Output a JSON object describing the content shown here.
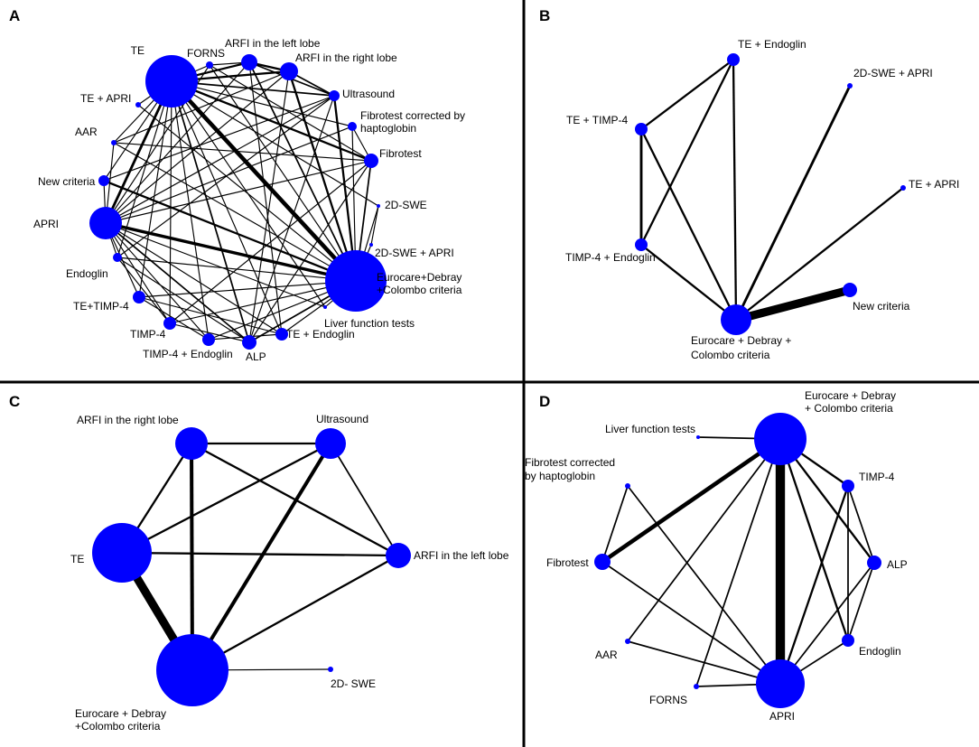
{
  "style": {
    "node_color": "#0000ff",
    "edge_color": "#000000",
    "divider_color": "#000000"
  },
  "panels": [
    {
      "letter": "A",
      "nodes": [
        {
          "id": "TE",
          "lines": [
            "TE"
          ],
          "size": 5
        },
        {
          "id": "FORNS",
          "lines": [
            "FORNS"
          ],
          "size": 1
        },
        {
          "id": "ARFI_L",
          "lines": [
            "ARFI in the left lobe"
          ],
          "size": 2
        },
        {
          "id": "ARFI_R",
          "lines": [
            "ARFI in the right lobe"
          ],
          "size": 2
        },
        {
          "id": "US",
          "lines": [
            "Ultrasound"
          ],
          "size": 2
        },
        {
          "id": "FTH",
          "lines": [
            "Fibrotest corrected by",
            "haptoglobin"
          ],
          "size": 1
        },
        {
          "id": "FT",
          "lines": [
            "Fibrotest"
          ],
          "size": 2
        },
        {
          "id": "SWE",
          "lines": [
            "2D-SWE"
          ],
          "size": 1
        },
        {
          "id": "SWEAPRI",
          "lines": [
            "2D-SWE + APRI"
          ],
          "size": 1
        },
        {
          "id": "EDC",
          "lines": [
            "Eurocare+Debray",
            "+Colombo criteria"
          ],
          "size": 6
        },
        {
          "id": "LFT",
          "lines": [
            "Liver function tests"
          ],
          "size": 1
        },
        {
          "id": "TEEND",
          "lines": [
            "TE + Endoglin"
          ],
          "size": 1
        },
        {
          "id": "ALP",
          "lines": [
            "ALP"
          ],
          "size": 2
        },
        {
          "id": "T4END",
          "lines": [
            "TIMP-4 + Endoglin"
          ],
          "size": 1
        },
        {
          "id": "T4",
          "lines": [
            "TIMP-4"
          ],
          "size": 1
        },
        {
          "id": "TET4",
          "lines": [
            "TE+TIMP-4"
          ],
          "size": 1
        },
        {
          "id": "END",
          "lines": [
            "Endoglin"
          ],
          "size": 1
        },
        {
          "id": "APRI",
          "lines": [
            "APRI"
          ],
          "size": 4
        },
        {
          "id": "NC",
          "lines": [
            "New criteria"
          ],
          "size": 1
        },
        {
          "id": "AAR",
          "lines": [
            "AAR"
          ],
          "size": 1
        },
        {
          "id": "TEAPRI",
          "lines": [
            "TE + APRI"
          ],
          "size": 1
        }
      ],
      "edges": [
        [
          "TE",
          "EDC",
          4
        ],
        [
          "APRI",
          "EDC",
          3
        ],
        [
          "TE",
          "APRI",
          2.5
        ],
        [
          "TE",
          "FT",
          2
        ],
        [
          "TE",
          "ARFI_L",
          2
        ],
        [
          "TE",
          "ARFI_R",
          2
        ],
        [
          "TE",
          "US",
          1.5
        ],
        [
          "TE",
          "FORNS",
          1
        ],
        [
          "TE",
          "FTH",
          1
        ],
        [
          "TE",
          "SWE",
          1
        ],
        [
          "TE",
          "ALP",
          1.5
        ],
        [
          "TE",
          "END",
          1
        ],
        [
          "TE",
          "T4",
          1
        ],
        [
          "TE",
          "TEEND",
          1
        ],
        [
          "TE",
          "LFT",
          1
        ],
        [
          "TE",
          "NC",
          1
        ],
        [
          "TE",
          "AAR",
          1
        ],
        [
          "TE",
          "TEAPRI",
          1
        ],
        [
          "TE",
          "TET4",
          1
        ],
        [
          "TE",
          "T4END",
          1
        ],
        [
          "ARFI_L",
          "ARFI_R",
          2
        ],
        [
          "ARFI_L",
          "US",
          1.5
        ],
        [
          "ARFI_R",
          "US",
          1.5
        ],
        [
          "ARFI_L",
          "EDC",
          1.5
        ],
        [
          "ARFI_R",
          "EDC",
          2
        ],
        [
          "US",
          "EDC",
          2
        ],
        [
          "FORNS",
          "EDC",
          1
        ],
        [
          "FORNS",
          "APRI",
          1
        ],
        [
          "FORNS",
          "ARFI_L",
          1
        ],
        [
          "FTH",
          "FT",
          1
        ],
        [
          "FTH",
          "EDC",
          1
        ],
        [
          "FT",
          "EDC",
          1.5
        ],
        [
          "FT",
          "APRI",
          1
        ],
        [
          "SWE",
          "SWEAPRI",
          1
        ],
        [
          "SWEAPRI",
          "EDC",
          1
        ],
        [
          "SWE",
          "EDC",
          1
        ],
        [
          "NC",
          "EDC",
          2
        ],
        [
          "AAR",
          "EDC",
          1
        ],
        [
          "AAR",
          "APRI",
          1
        ],
        [
          "AAR",
          "FT",
          1
        ],
        [
          "TEAPRI",
          "EDC",
          1
        ],
        [
          "APRI",
          "ALP",
          1.5
        ],
        [
          "APRI",
          "END",
          1
        ],
        [
          "APRI",
          "T4",
          1
        ],
        [
          "APRI",
          "TET4",
          1
        ],
        [
          "APRI",
          "T4END",
          1
        ],
        [
          "APRI",
          "TEEND",
          1
        ],
        [
          "APRI",
          "FTH",
          1
        ],
        [
          "APRI",
          "ARFI_L",
          1
        ],
        [
          "APRI",
          "ARFI_R",
          1
        ],
        [
          "APRI",
          "US",
          1
        ],
        [
          "APRI",
          "NC",
          1
        ],
        [
          "APRI",
          "LFT",
          1
        ],
        [
          "END",
          "EDC",
          1
        ],
        [
          "END",
          "ALP",
          1
        ],
        [
          "END",
          "T4",
          1
        ],
        [
          "T4",
          "EDC",
          1
        ],
        [
          "T4",
          "ALP",
          1
        ],
        [
          "TET4",
          "EDC",
          1
        ],
        [
          "TET4",
          "T4END",
          1
        ],
        [
          "TET4",
          "TEEND",
          1
        ],
        [
          "T4END",
          "EDC",
          1
        ],
        [
          "T4END",
          "TEEND",
          1
        ],
        [
          "TEEND",
          "EDC",
          1
        ],
        [
          "ALP",
          "EDC",
          1.5
        ],
        [
          "LFT",
          "EDC",
          1
        ],
        [
          "ALP",
          "FT",
          1
        ],
        [
          "ALP",
          "US",
          1
        ],
        [
          "T4",
          "FT",
          1
        ],
        [
          "END",
          "US",
          1
        ],
        [
          "NC",
          "US",
          1
        ],
        [
          "AAR",
          "ARFI_R",
          1
        ],
        [
          "FORNS",
          "FT",
          1
        ],
        [
          "ARFI_R",
          "ALP",
          1
        ],
        [
          "ARFI_L",
          "TEEND",
          1
        ]
      ]
    },
    {
      "letter": "B",
      "nodes": [
        {
          "id": "TEEND",
          "lines": [
            "TE + Endoglin"
          ],
          "size": 1
        },
        {
          "id": "SWEAPRI",
          "lines": [
            "2D-SWE + APRI"
          ],
          "size": 0.5
        },
        {
          "id": "TET4",
          "lines": [
            "TE + TIMP-4"
          ],
          "size": 1
        },
        {
          "id": "TEAPRI",
          "lines": [
            "TE + APRI"
          ],
          "size": 0.5
        },
        {
          "id": "T4END",
          "lines": [
            "TIMP-4 + Endoglin"
          ],
          "size": 1
        },
        {
          "id": "NC",
          "lines": [
            "New criteria"
          ],
          "size": 1.5
        },
        {
          "id": "EDC",
          "lines": [
            "Eurocare + Debray +",
            "Colombo criteria"
          ],
          "size": 4
        }
      ],
      "edges": [
        [
          "TEEND",
          "TET4",
          2
        ],
        [
          "TEEND",
          "T4END",
          2
        ],
        [
          "TEEND",
          "EDC",
          2
        ],
        [
          "TET4",
          "T4END",
          2.5
        ],
        [
          "TET4",
          "EDC",
          2
        ],
        [
          "T4END",
          "EDC",
          2
        ],
        [
          "SWEAPRI",
          "EDC",
          2.5
        ],
        [
          "TEAPRI",
          "EDC",
          2
        ],
        [
          "NC",
          "EDC",
          8
        ]
      ]
    },
    {
      "letter": "C",
      "nodes": [
        {
          "id": "ARFI_R",
          "lines": [
            "ARFI in the right lobe"
          ],
          "size": 3
        },
        {
          "id": "US",
          "lines": [
            "Ultrasound"
          ],
          "size": 3
        },
        {
          "id": "TE",
          "lines": [
            "TE"
          ],
          "size": 6
        },
        {
          "id": "ARFI_L",
          "lines": [
            "ARFI in the left lobe"
          ],
          "size": 2.5
        },
        {
          "id": "EDC",
          "lines": [
            "Eurocare + Debray",
            "+Colombo criteria"
          ],
          "size": 7
        },
        {
          "id": "SWE",
          "lines": [
            "2D- SWE"
          ],
          "size": 0.5
        }
      ],
      "edges": [
        [
          "ARFI_R",
          "US",
          2
        ],
        [
          "ARFI_R",
          "TE",
          2
        ],
        [
          "ARFI_R",
          "EDC",
          3.5
        ],
        [
          "ARFI_R",
          "ARFI_L",
          2
        ],
        [
          "US",
          "TE",
          2
        ],
        [
          "US",
          "EDC",
          3.5
        ],
        [
          "US",
          "ARFI_L",
          1.5
        ],
        [
          "TE",
          "ARFI_L",
          2
        ],
        [
          "TE",
          "EDC",
          8
        ],
        [
          "EDC",
          "ARFI_L",
          2
        ],
        [
          "EDC",
          "SWE",
          1
        ]
      ]
    },
    {
      "letter": "D",
      "nodes": [
        {
          "id": "EDC",
          "lines": [
            "Eurocare + Debray",
            "+ Colombo criteria"
          ],
          "size": 5
        },
        {
          "id": "LFT",
          "lines": [
            "Liver function tests"
          ],
          "size": 0.5
        },
        {
          "id": "FTH",
          "lines": [
            "Fibrotest corrected",
            "by haptoglobin"
          ],
          "size": 0.5
        },
        {
          "id": "T4",
          "lines": [
            "TIMP-4"
          ],
          "size": 1.5
        },
        {
          "id": "FT",
          "lines": [
            "Fibrotest"
          ],
          "size": 1.5
        },
        {
          "id": "ALP",
          "lines": [
            "ALP"
          ],
          "size": 1.5
        },
        {
          "id": "END",
          "lines": [
            "Endoglin"
          ],
          "size": 1.5
        },
        {
          "id": "AAR",
          "lines": [
            "AAR"
          ],
          "size": 0.5
        },
        {
          "id": "FORNS",
          "lines": [
            "FORNS"
          ],
          "size": 0.5
        },
        {
          "id": "APRI",
          "lines": [
            "APRI"
          ],
          "size": 4.5
        }
      ],
      "edges": [
        [
          "EDC",
          "APRI",
          9
        ],
        [
          "EDC",
          "FT",
          4
        ],
        [
          "EDC",
          "LFT",
          1.5
        ],
        [
          "EDC",
          "T4",
          2
        ],
        [
          "EDC",
          "ALP",
          2
        ],
        [
          "EDC",
          "END",
          2
        ],
        [
          "EDC",
          "AAR",
          1.5
        ],
        [
          "EDC",
          "FORNS",
          1.5
        ],
        [
          "FTH",
          "FT",
          1.5
        ],
        [
          "FTH",
          "APRI",
          1.5
        ],
        [
          "FT",
          "APRI",
          1.5
        ],
        [
          "T4",
          "ALP",
          1.5
        ],
        [
          "T4",
          "APRI",
          2
        ],
        [
          "T4",
          "END",
          1.5
        ],
        [
          "ALP",
          "APRI",
          1.5
        ],
        [
          "ALP",
          "END",
          1.5
        ],
        [
          "END",
          "APRI",
          1.5
        ],
        [
          "AAR",
          "APRI",
          1.5
        ],
        [
          "FORNS",
          "APRI",
          1.5
        ]
      ]
    }
  ]
}
